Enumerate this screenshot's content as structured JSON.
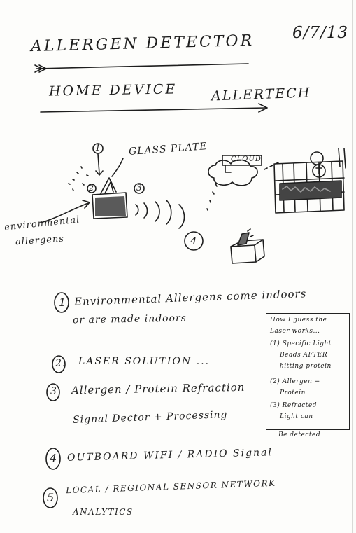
{
  "header": {
    "title": "ALLERGEN DETECTOR",
    "date": "6/7/13",
    "subtitle": "HOME DEVICE",
    "brand": "ALLERTECH"
  },
  "diagram": {
    "marker_1": "1",
    "marker_2": "2",
    "marker_3": "3",
    "marker_4": "4",
    "glass_plate_label": "GLASS PLATE",
    "cloud_label": "CLOUD",
    "env_label_1": "environmental",
    "env_label_2": "allergens"
  },
  "list": {
    "item1_num": "1",
    "item1_line1": "Environmental Allergens come indoors",
    "item1_line2": "or are made indoors",
    "item2_num": "2.",
    "item2": "LASER SOLUTION ...",
    "item3_num": "3",
    "item3_line1": "Allergen / Protein Refraction",
    "item3_line2": "Signal Dector + Processing",
    "item4_num": "4",
    "item4": "OUTBOARD WIFI / RADIO Signal",
    "item5_num": "5",
    "item5_line1": "LOCAL / REGIONAL SENSOR NETWORK",
    "item5_line2": "ANALYTICS"
  },
  "side_note": {
    "line1": "How I guess the",
    "line2": "Laser works...",
    "line3": "(1) Specific Light",
    "line4": "Beads AFTER",
    "line5": "hitting protein",
    "line6": "(2) Allergen =",
    "line7": "Protein",
    "line8": "(3) Refracted",
    "line9": "Light can",
    "line10": "Be detected"
  }
}
